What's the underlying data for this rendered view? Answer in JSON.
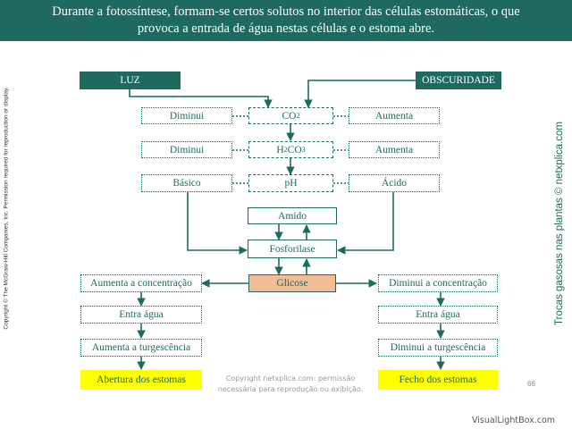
{
  "banner": {
    "line1": "Durante a fotossíntese, formam-se certos solutos no interior das células estomáticas, o que",
    "line2": "provoca a entrada de água nestas células e o estoma abre."
  },
  "side_left_text": "Copyright © The McGraw-Hill Companies, Inc. Permission required for reproduction or display.",
  "side_right_text": "Trocas gasosas nas plantas © netxplica.com",
  "diagram": {
    "luz": "LUZ",
    "obscuridade": "OBSCURIDADE",
    "left_col": [
      "Diminui",
      "Diminui",
      "Básico"
    ],
    "center_col": {
      "co2": "CO",
      "co2_sub": "2",
      "h2co3_a": "H",
      "h2co3_sub1": "2",
      "h2co3_b": "CO",
      "h2co3_sub2": "3",
      "ph": "pH"
    },
    "right_col": [
      "Aumenta",
      "Aumenta",
      "Ácido"
    ],
    "amido": "Amido",
    "fosforilase": "Fosforilase",
    "glicose": "Glicose",
    "left_chain": [
      "Aumenta a concentração",
      "Entra água",
      "Aumenta a turgescência",
      "Abertura dos estomas"
    ],
    "right_chain": [
      "Diminui a concentração",
      "Entra água",
      "Diminui a turgescência",
      "Fecho dos estomas"
    ]
  },
  "footer": {
    "line1": "Copyright netxplica.com: permissão",
    "line2": "necessária para reprodução ou exibição."
  },
  "page_number": "66",
  "watermark": "VisualLightBox.com",
  "colors": {
    "teal": "#1e6a5e",
    "yellow": "#ffff00",
    "peach": "#f4bc96"
  }
}
